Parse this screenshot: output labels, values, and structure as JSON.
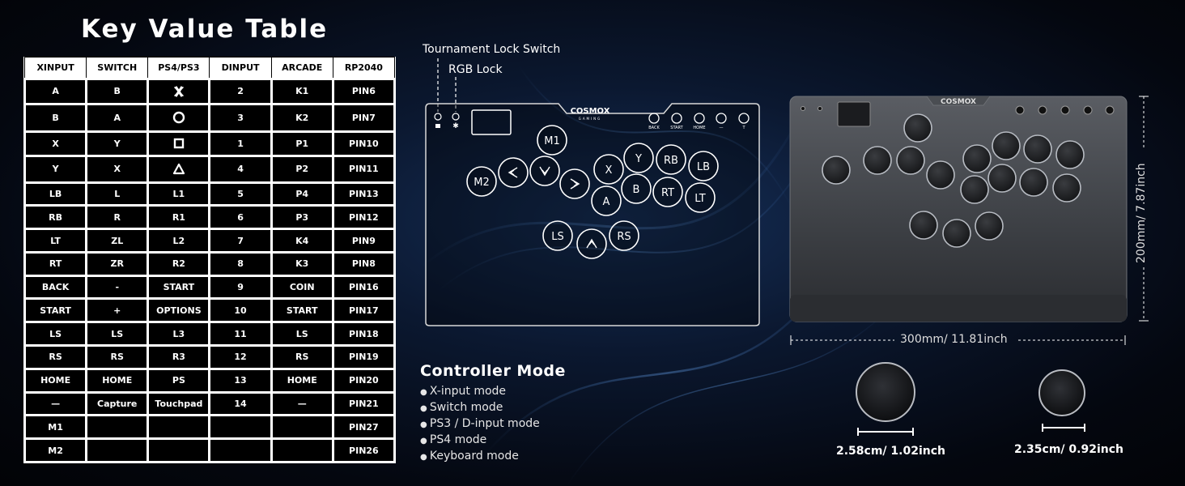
{
  "title": "Key Value Table",
  "table": {
    "headers": [
      "XINPUT",
      "SWITCH",
      "PS4/PS3",
      "DINPUT",
      "ARCADE",
      "RP2040"
    ],
    "rows": [
      [
        "A",
        "B",
        "cross-icon",
        "2",
        "K1",
        "PIN6"
      ],
      [
        "B",
        "A",
        "circle-icon",
        "3",
        "K2",
        "PIN7"
      ],
      [
        "X",
        "Y",
        "square-icon",
        "1",
        "P1",
        "PIN10"
      ],
      [
        "Y",
        "X",
        "triangle-icon",
        "4",
        "P2",
        "PIN11"
      ],
      [
        "LB",
        "L",
        "L1",
        "5",
        "P4",
        "PIN13"
      ],
      [
        "RB",
        "R",
        "R1",
        "6",
        "P3",
        "PIN12"
      ],
      [
        "LT",
        "ZL",
        "L2",
        "7",
        "K4",
        "PIN9"
      ],
      [
        "RT",
        "ZR",
        "R2",
        "8",
        "K3",
        "PIN8"
      ],
      [
        "BACK",
        "-",
        "START",
        "9",
        "COIN",
        "PIN16"
      ],
      [
        "START",
        "+",
        "OPTIONS",
        "10",
        "START",
        "PIN17"
      ],
      [
        "LS",
        "LS",
        "L3",
        "11",
        "LS",
        "PIN18"
      ],
      [
        "RS",
        "RS",
        "R3",
        "12",
        "RS",
        "PIN19"
      ],
      [
        "HOME",
        "HOME",
        "PS",
        "13",
        "HOME",
        "PIN20"
      ],
      [
        "—",
        "Capture",
        "Touchpad",
        "14",
        "—",
        "PIN21"
      ],
      [
        "M1",
        "",
        "",
        "",
        "",
        "PIN27"
      ],
      [
        "M2",
        "",
        "",
        "",
        "",
        "PIN26"
      ]
    ]
  },
  "diagram": {
    "tournament_lock": "Tournament Lock Switch",
    "rgb_lock": "RGB Lock",
    "brand": "COSMOX",
    "brand_sub": "GAMING",
    "small_buttons": [
      "BACK",
      "START",
      "HOME",
      "—",
      "T"
    ],
    "buttons": {
      "m1": "M1",
      "m2": "M2",
      "x": "X",
      "y": "Y",
      "rb": "RB",
      "lb": "LB",
      "a": "A",
      "b": "B",
      "rt": "RT",
      "lt": "LT",
      "ls": "LS",
      "rs": "RS"
    },
    "arrow_icons": [
      "left-arrow-icon",
      "down-arrow-icon",
      "right-arrow-icon",
      "up-arrow-icon"
    ]
  },
  "controller_mode": {
    "title": "Controller Mode",
    "items": [
      "X-input mode",
      "Switch mode",
      "PS3 / D-input mode",
      "PS4 mode",
      "Keyboard mode"
    ]
  },
  "dimensions": {
    "width": "300mm/ 11.81inch",
    "height": "200mm/ 7.87inch",
    "button_large": "2.58cm/ 1.02inch",
    "button_small": "2.35cm/ 0.92inch"
  },
  "colors": {
    "background": "#04070f",
    "accent": "#16305a"
  }
}
